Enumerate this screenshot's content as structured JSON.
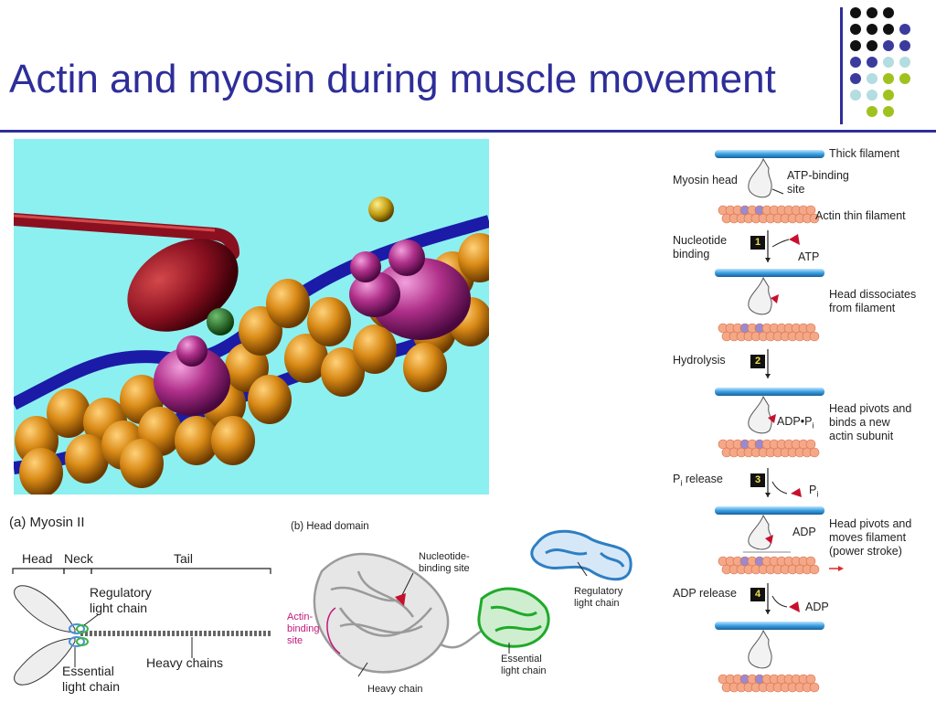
{
  "title": "Actin and myosin during muscle movement",
  "myosin": {
    "panel_a": "(a) Myosin II",
    "head": "Head",
    "neck": "Neck",
    "tail": "Tail",
    "regulatory": "Regulatory\nlight chain",
    "essential": "Essential\nlight chain",
    "heavy": "Heavy chains"
  },
  "head_domain": {
    "panel_b": "(b) Head domain",
    "nucleotide": "Nucleotide-\nbinding site",
    "actin_binding": "Actin-\nbinding\nsite",
    "regulatory": "Regulatory\nlight chain",
    "essential": "Essential\nlight chain",
    "heavy": "Heavy chain"
  },
  "cycle": {
    "thick": "Thick filament",
    "myosin_head": "Myosin head",
    "atp_site": "ATP-binding\nsite",
    "actin_thin": "Actin thin filament",
    "nucleotide_binding": "Nucleotide\nbinding",
    "atp": "ATP",
    "dissociates": "Head dissociates\nfrom filament",
    "hydrolysis": "Hydrolysis",
    "adppi": "ADP•P",
    "adppi_sub": "i",
    "pivots_binds": "Head pivots and\nbinds a new\nactin subunit",
    "pi_release_p": "P",
    "pi_release_sub": "i",
    "pi_release_rest": " release",
    "pi": "P",
    "pi_sub": "i",
    "adp": "ADP",
    "pivots_moves": "Head pivots and\nmoves filament\n(power stroke)",
    "adp_release": "ADP release",
    "adp2": "ADP",
    "steps": [
      "1",
      "2",
      "3",
      "4"
    ]
  },
  "colors": {
    "title": "#2e2e99",
    "black_dot": "#111111",
    "purple_dot": "#3b3b9e",
    "light_blue_dot": "#b3dde0",
    "green_dot": "#9fc21f",
    "render_bg": "#8cf0f0"
  },
  "icons": [
    "dot-grid-decoration"
  ]
}
